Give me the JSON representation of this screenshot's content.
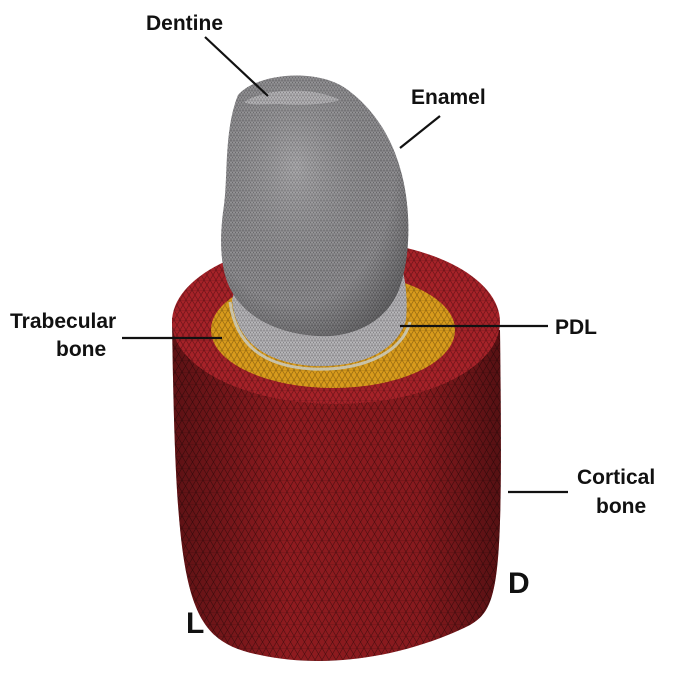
{
  "diagram": {
    "labels": {
      "dentine": "Dentine",
      "enamel": "Enamel",
      "trabecular_line1": "Trabecular",
      "trabecular_line2": "bone",
      "pdl": "PDL",
      "cortical_line1": "Cortical",
      "cortical_line2": "bone",
      "lingual": "L",
      "distal": "D"
    },
    "colors": {
      "cortical_bone": "#8e1b1f",
      "cortical_bone_top": "#a52228",
      "trabecular_bone": "#d79a1c",
      "pdl": "#b9b3a0",
      "dentine": "#9a999c",
      "enamel": "#7f7c80",
      "mesh_line": "#2a2a2a"
    }
  }
}
